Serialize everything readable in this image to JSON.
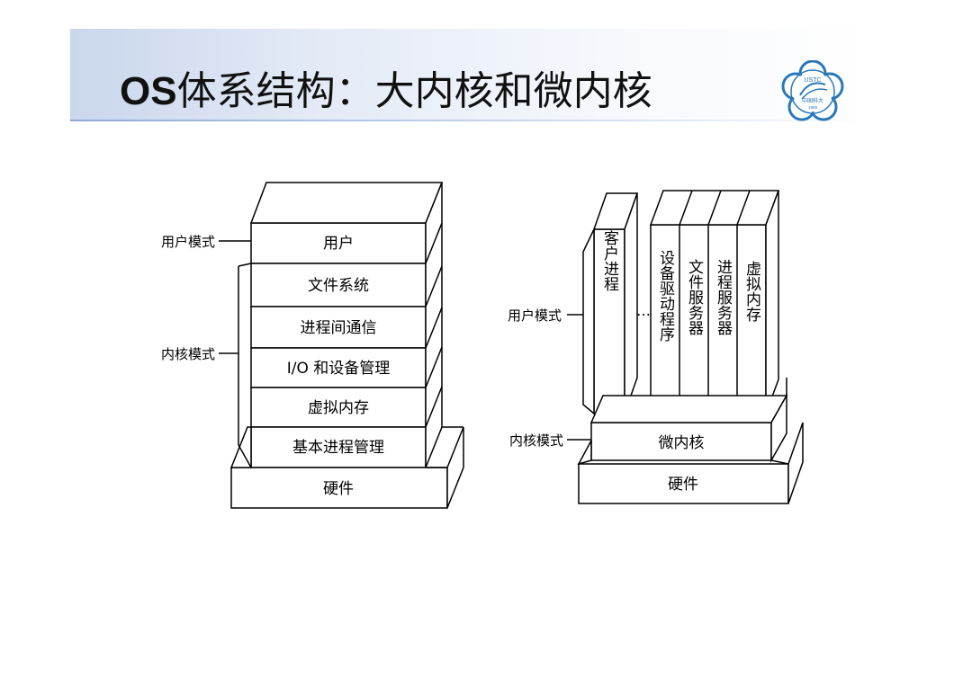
{
  "slide": {
    "title_os": "OS",
    "title_rest": "体系结构：大内核和微内核"
  },
  "logo": {
    "text": "USTC",
    "subtext": "中国科大",
    "year": "1958"
  },
  "monolithic": {
    "user_mode_label": "用户模式",
    "kernel_mode_label": "内核模式",
    "layers": [
      "用户",
      "文件系统",
      "进程间通信",
      "I/O 和设备管理",
      "虚拟内存",
      "基本进程管理"
    ],
    "hardware": "硬件"
  },
  "microkernel": {
    "user_mode_label": "用户模式",
    "kernel_mode_label": "内核模式",
    "client_process": "客户进程",
    "ellipsis": "…",
    "servers": [
      "设备驱动程序",
      "文件服务器",
      "进程服务器",
      "虚拟内存"
    ],
    "kernel": "微内核",
    "hardware": "硬件"
  }
}
